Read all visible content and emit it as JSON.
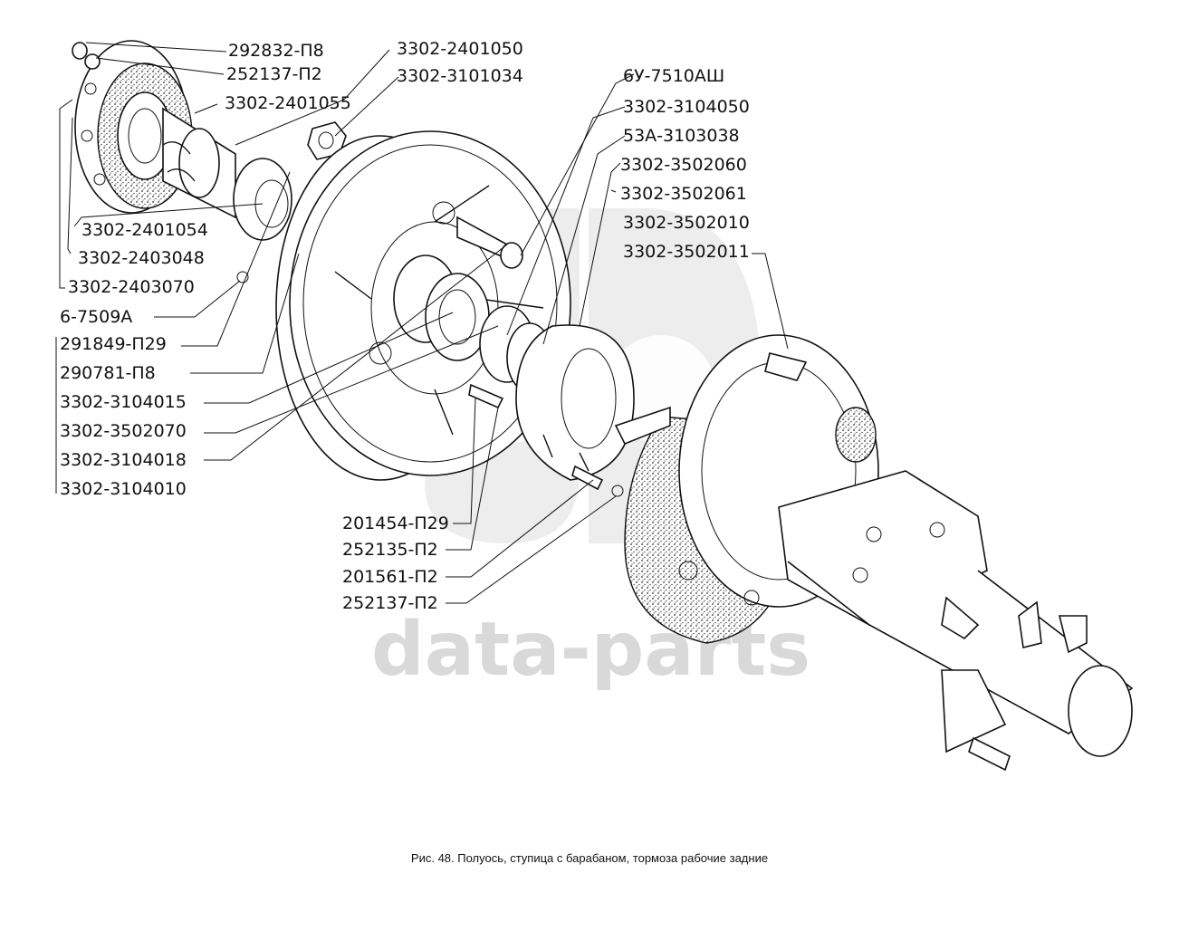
{
  "caption": "Рис. 48. Полуось, ступица с барабаном, тормоза рабочие задние",
  "watermark": {
    "text": "data-parts"
  },
  "labels": {
    "l1": "292832-П8",
    "l2": "252137-П2",
    "l3": "3302-2401050",
    "l4": "3302-3101034",
    "l5": "3302-2401055",
    "l6": "6У-7510АШ",
    "l7": "3302-3104050",
    "l8": "53А-3103038",
    "l9": "3302-3502060",
    "l10": "3302-3502061",
    "l11": "3302-3502010",
    "l12": "3302-3502011",
    "l13": "3302-2401054",
    "l14": "3302-2403048",
    "l15": "3302-2403070",
    "l16": "6-7509А",
    "l17": "291849-П29",
    "l18": "290781-П8",
    "l19": "3302-3104015",
    "l20": "3302-3502070",
    "l21": "3302-3104018",
    "l22": "3302-3104010",
    "l23": "201454-П29",
    "l24": "252135-П2",
    "l25": "201561-П2",
    "l26": "252137-П2"
  }
}
